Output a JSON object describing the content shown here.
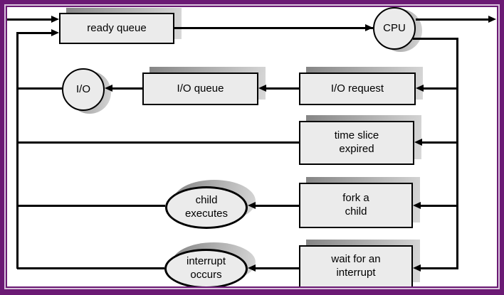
{
  "nodes": {
    "ready_queue": {
      "label": "ready queue",
      "shape": "rect"
    },
    "cpu": {
      "label": "CPU",
      "shape": "circle"
    },
    "io": {
      "label": "I/O",
      "shape": "circle"
    },
    "io_queue": {
      "label": "I/O queue",
      "shape": "rect"
    },
    "io_request": {
      "label": "I/O request",
      "shape": "rect"
    },
    "time_slice": {
      "label": "time slice\nexpired",
      "shape": "rect"
    },
    "fork_child": {
      "label": "fork a\nchild",
      "shape": "rect"
    },
    "child_executes": {
      "label": "child\nexecutes",
      "shape": "ellipse"
    },
    "wait_interrupt": {
      "label": "wait for an\ninterrupt",
      "shape": "rect"
    },
    "interrupt_occurs": {
      "label": "interrupt\noccurs",
      "shape": "ellipse"
    }
  },
  "edges": [
    {
      "from": "external-in",
      "to": "ready_queue"
    },
    {
      "from": "ready_queue",
      "to": "cpu"
    },
    {
      "from": "cpu",
      "to": "external-out"
    },
    {
      "from": "cpu",
      "to": "io_request"
    },
    {
      "from": "cpu",
      "to": "time_slice"
    },
    {
      "from": "cpu",
      "to": "fork_child"
    },
    {
      "from": "cpu",
      "to": "wait_interrupt"
    },
    {
      "from": "io_request",
      "to": "io_queue"
    },
    {
      "from": "io_queue",
      "to": "io"
    },
    {
      "from": "io",
      "to": "ready_queue"
    },
    {
      "from": "time_slice",
      "to": "ready_queue"
    },
    {
      "from": "fork_child",
      "to": "child_executes"
    },
    {
      "from": "child_executes",
      "to": "ready_queue"
    },
    {
      "from": "wait_interrupt",
      "to": "interrupt_occurs"
    },
    {
      "from": "interrupt_occurs",
      "to": "ready_queue"
    }
  ],
  "colors": {
    "frame_purple": "#6b1a74",
    "frame_gap": "#d9c3dc",
    "shape_fill": "#ebebeb",
    "line": "#000000",
    "shadow_dark": "#858585",
    "shadow_light": "#d8d8d8"
  }
}
